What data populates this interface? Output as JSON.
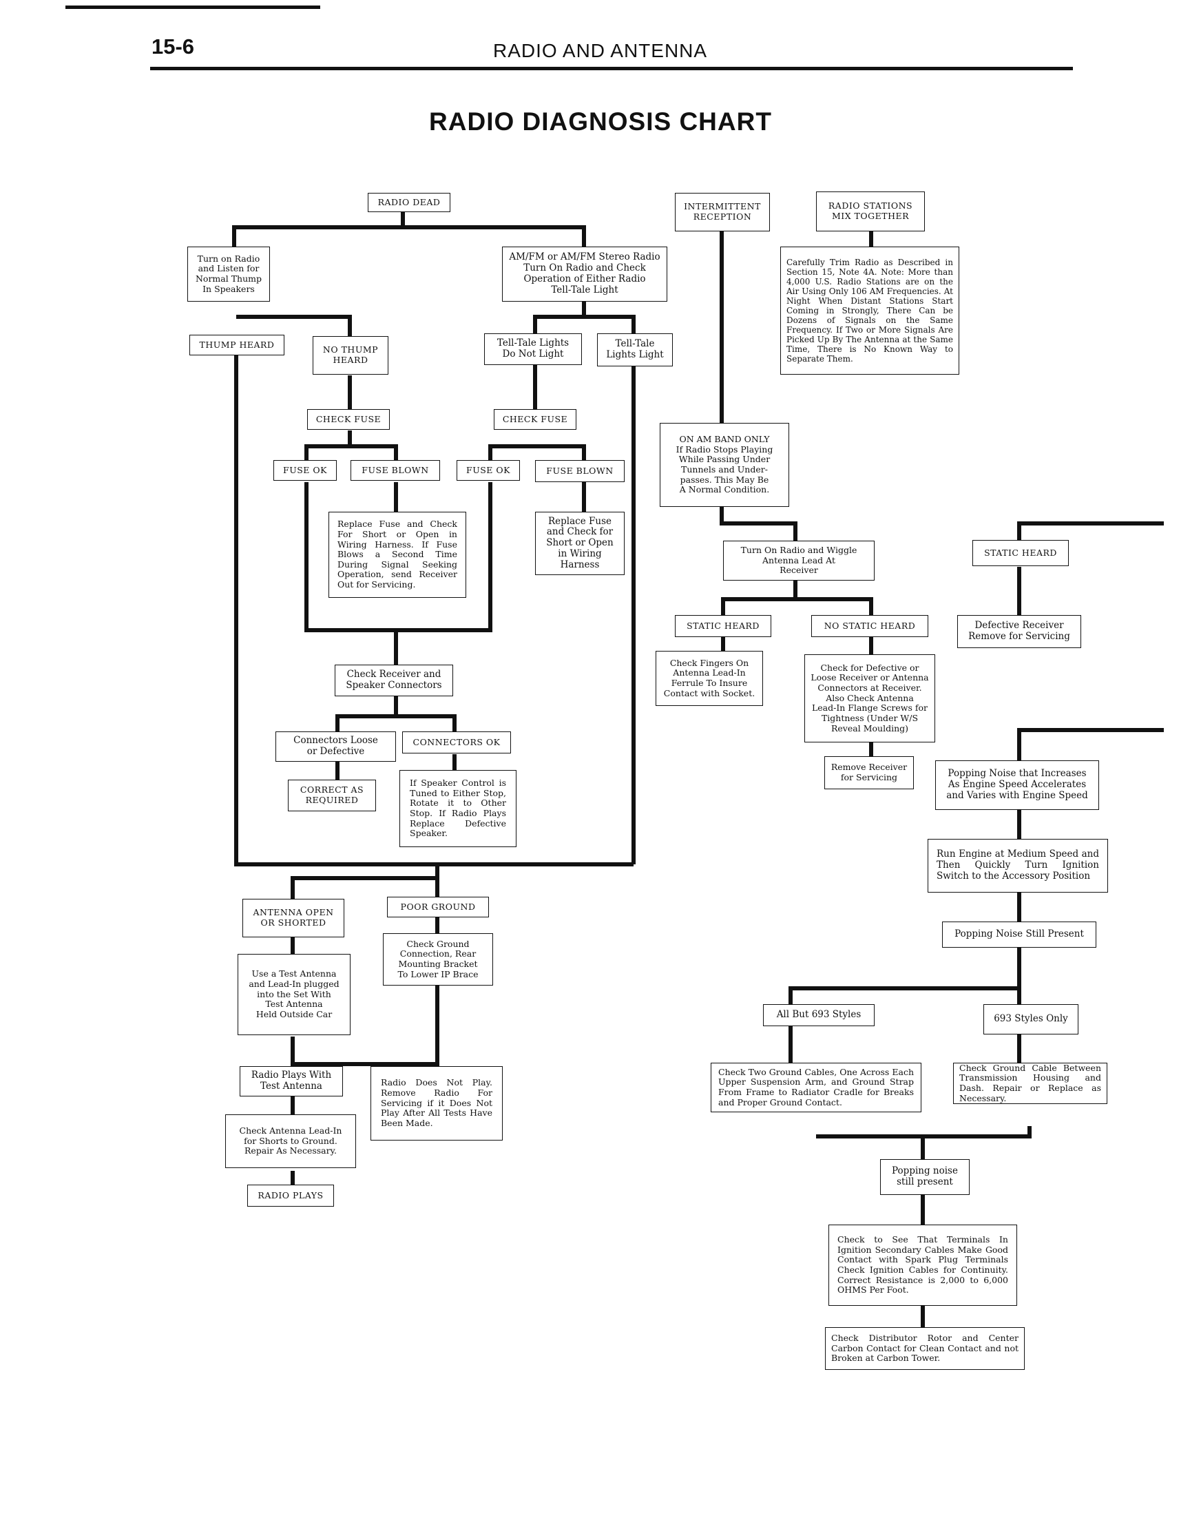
{
  "page": {
    "number": "15-6",
    "section": "RADIO AND ANTENNA",
    "title": "RADIO DIAGNOSIS CHART"
  },
  "boxes": {
    "radio_dead": "RADIO DEAD",
    "turn_on_radio": "Turn on Radio\nand Listen for\nNormal Thump\nIn Speakers",
    "am_fm_stereo": "AM/FM or AM/FM Stereo Radio\nTurn On Radio and Check\nOperation of Either Radio\nTell-Tale Light",
    "thump_heard": "THUMP HEARD",
    "no_thump_heard": "NO THUMP\nHEARD",
    "tell_tale_no_light": "Tell-Tale Lights\nDo Not Light",
    "tell_tale_light": "Tell-Tale\nLights Light",
    "check_fuse_1": "CHECK FUSE",
    "check_fuse_2": "CHECK FUSE",
    "fuse_ok_1": "FUSE OK",
    "fuse_blown_1": "FUSE BLOWN",
    "fuse_ok_2": "FUSE OK",
    "fuse_blown_2": "FUSE BLOWN",
    "replace_fuse_1": "Replace Fuse and Check For Short or Open in Wiring Harness. If Fuse Blows a Second Time During Signal Seeking Operation, send Receiver Out for Servicing.",
    "replace_fuse_2": "Replace Fuse\nand Check for\nShort or Open\nin Wiring\nHarness",
    "check_receiver": "Check Receiver and\nSpeaker Connectors",
    "connectors_loose": "Connectors Loose\nor Defective",
    "connectors_ok": "CONNECTORS OK",
    "correct_as_required": "CORRECT AS\nREQUIRED",
    "speaker_control": "If Speaker Control is Tuned to Either Stop, Rotate it to Other Stop. If Radio Plays Replace Defective Speaker.",
    "antenna_open": "ANTENNA OPEN\nOR SHORTED",
    "poor_ground": "POOR GROUND",
    "check_ground": "Check Ground\nConnection, Rear\nMounting Bracket\nTo Lower IP Brace",
    "use_test_antenna": "Use a Test Antenna\nand Lead-In plugged\ninto the Set With\nTest Antenna\nHeld Outside Car",
    "radio_plays_test": "Radio Plays With\nTest Antenna",
    "radio_not_play": "Radio Does Not Play. Remove Radio For Servicing if it Does Not Play After All Tests Have Been Made.",
    "check_antenna_leadin": "Check Antenna Lead-In\nfor Shorts to Ground.\nRepair As Necessary.",
    "radio_plays": "RADIO PLAYS",
    "intermittent": "INTERMITTENT\nRECEPTION",
    "stations_mix": "RADIO STATIONS\nMIX TOGETHER",
    "trim_radio": "Carefully Trim Radio as Described in Section 15, Note 4A. Note: More than 4,000 U.S. Radio Stations are on the Air Using Only 106 AM Frequencies. At Night When Distant Stations Start Coming in Strongly, There Can be Dozens of Signals on the Same Frequency. If Two or More Signals Are Picked Up By The Antenna at the Same Time, There is No Known Way to Separate Them.",
    "am_band_only": "ON AM BAND ONLY\nIf Radio Stops Playing\nWhile Passing Under\nTunnels and Under-\npasses. This May Be\nA Normal Condition.",
    "wiggle_antenna": "Turn On Radio and Wiggle\nAntenna Lead At\nReceiver",
    "static_heard_1": "STATIC HEARD",
    "no_static_heard": "NO STATIC HEARD",
    "check_fingers": "Check Fingers On\nAntenna Lead-In\nFerrule To Insure\nContact with Socket.",
    "check_defective": "Check for Defective or\nLoose Receiver or Antenna\nConnectors at Receiver.\nAlso Check Antenna\nLead-In Flange Screws for\nTightness (Under W/S\nReveal Moulding)",
    "remove_receiver": "Remove Receiver\nfor Servicing",
    "static_heard_2": "STATIC HEARD",
    "defective_receiver": "Defective Receiver\nRemove for Servicing",
    "popping_noise": "Popping Noise that Increases\nAs Engine Speed Accelerates\nand Varies with Engine Speed",
    "run_engine": "Run Engine at Medium Speed and Then Quickly Turn Ignition Switch to the Accessory Position",
    "popping_still_1": "Popping Noise Still Present",
    "all_but_693": "All But 693 Styles",
    "styles_693": "693 Styles Only",
    "check_two_ground": "Check Two Ground Cables, One Across Each Upper Suspension Arm, and Ground Strap From Frame to Radiator Cradle for Breaks and Proper Ground Contact.",
    "check_ground_cable": "Check Ground Cable Between Transmission Housing and Dash. Repair or Replace as Necessary.",
    "popping_still_2": "Popping noise\nstill present",
    "check_terminals": "Check to See That Terminals In Ignition Secondary Cables Make Good Contact with Spark Plug Terminals Check Ignition Cables for Continuity. Correct Resistance is 2,000 to 6,000 OHMS Per Foot.",
    "check_distributor": "Check Distributor Rotor and Center Carbon Contact for Clean Contact and not Broken at Carbon Tower."
  }
}
